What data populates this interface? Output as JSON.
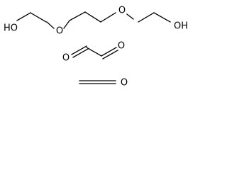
{
  "diagram": {
    "type": "chemical-structure",
    "background_color": "#ffffff",
    "stroke_color": "#000000",
    "molecules": [
      {
        "atoms": {
          "ho_left": "HO",
          "o_1": "O",
          "o_2": "O",
          "oh_right": "OH"
        }
      },
      {
        "atoms": {
          "o_left": "O",
          "o_right": "O"
        }
      },
      {
        "atoms": {
          "o": "O"
        }
      }
    ]
  }
}
